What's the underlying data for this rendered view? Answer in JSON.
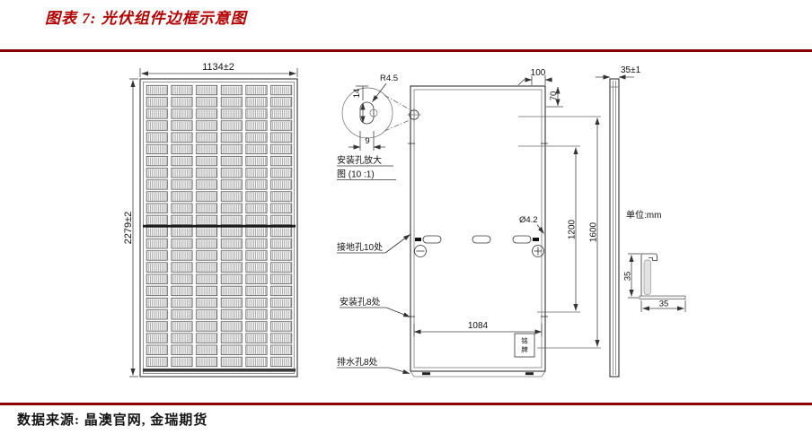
{
  "title": {
    "text": "图表 7: 光伏组件边框示意图"
  },
  "source": {
    "text": "数据来源: 晶澳官网, 金瑞期货"
  },
  "colors": {
    "title_red": "#b30000",
    "rule_red": "#8b0000",
    "drawing_line": "#333333"
  },
  "drawing": {
    "front": {
      "dim_width": "1134±2",
      "dim_height": "2279±2"
    },
    "detail": {
      "dim_height": "14",
      "radius_label": "R4.5",
      "dim_width": "9",
      "caption_line1": "安装孔放大",
      "caption_line2": "图 (10 :1)"
    },
    "back": {
      "dim_top": "100",
      "dim_side_top": "70",
      "label_grounding": "接地孔10处",
      "label_hole_dia": "Ø4.2",
      "label_mounting": "安装孔8处",
      "dim_inner_width": "1084",
      "label_drain": "排水孔8处",
      "dim_mid_height": "1200",
      "dim_outer_height": "1600",
      "nameplate_c1": "铭",
      "nameplate_c2": "牌"
    },
    "side": {
      "dim_thickness": "35±1",
      "unit_note": "单位:mm",
      "dim_profile_height": "35",
      "dim_profile_width": "35"
    }
  }
}
